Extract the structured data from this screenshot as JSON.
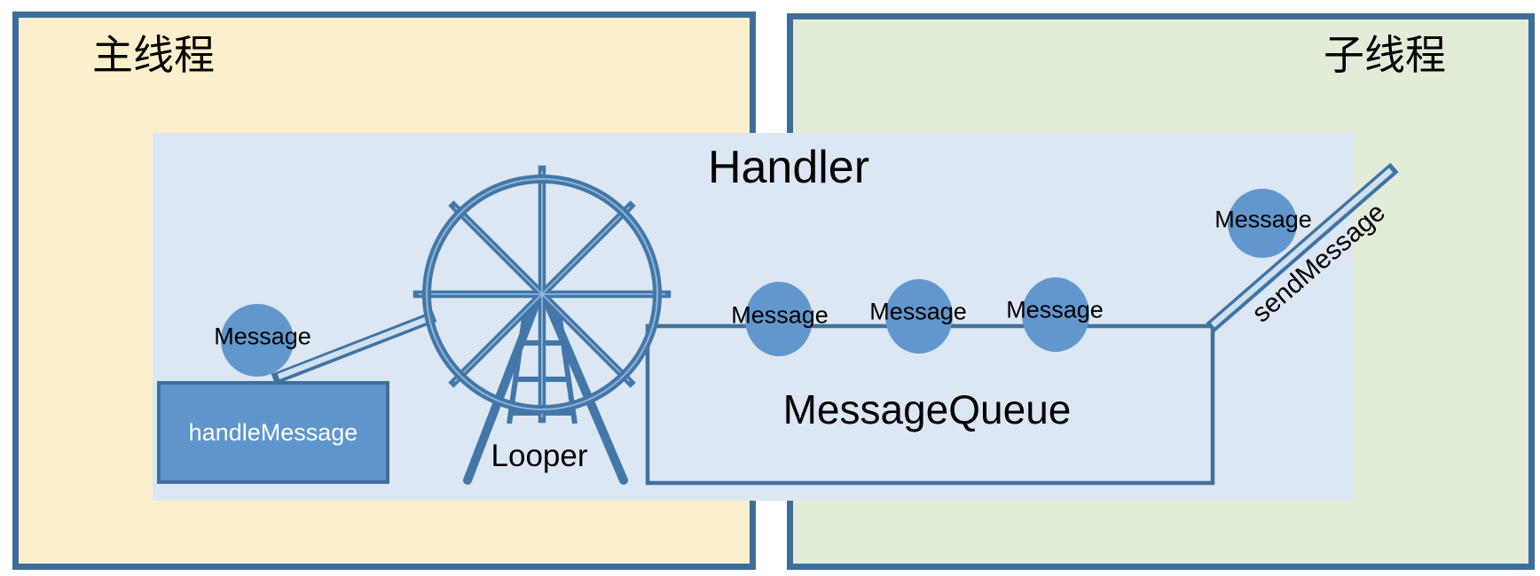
{
  "diagram": {
    "main_thread_title": "主线程",
    "child_thread_title": "子线程",
    "handler_title": "Handler",
    "looper_label": "Looper",
    "message_queue_label": "MessageQueue",
    "handle_message_label": "handleMessage",
    "send_message_label": "sendMessage",
    "incoming_message_label": "Message",
    "queued_message_labels": [
      "Message",
      "Message",
      "Message"
    ],
    "outgoing_message_label": "Message",
    "colors": {
      "main_thread_fill": "#FCEFCC",
      "child_thread_fill": "#E2EDD9",
      "handler_panel_fill": "#DCE7F3",
      "thread_box_border": "#3E6D99",
      "shape_line": "#4377A8",
      "queue_box_border": "#41719C",
      "message_ball_fill": "#6297CD",
      "handle_message_fill": "#5E95CB",
      "label_text": "#000000",
      "handle_message_text": "#FFFFFF"
    }
  }
}
